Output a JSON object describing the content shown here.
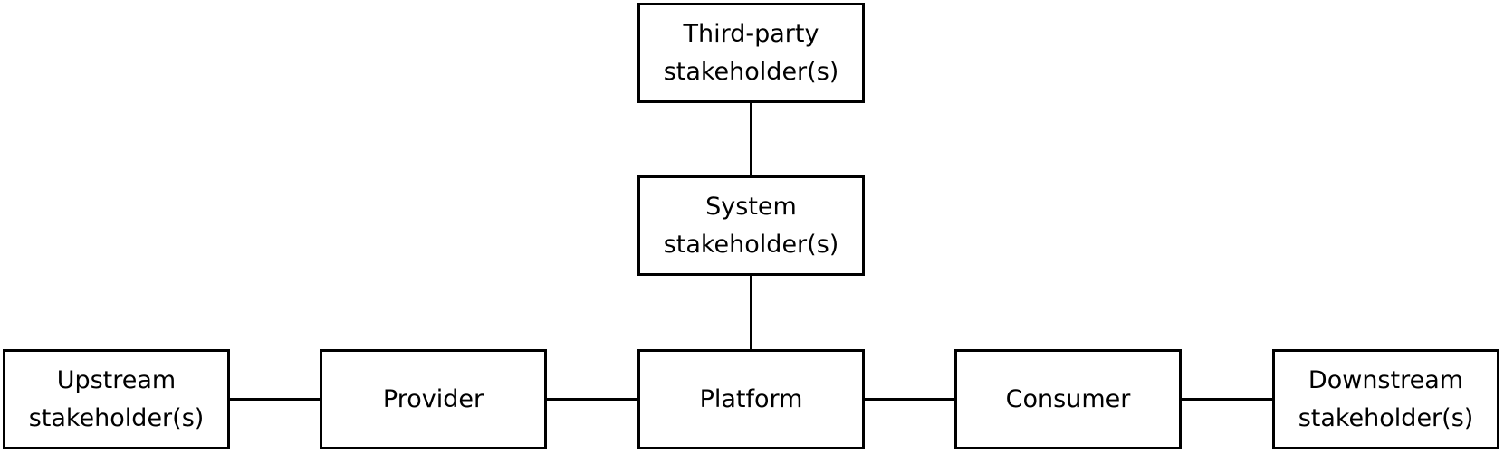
{
  "diagram": {
    "nodes": {
      "third_party": "Third-party\nstakeholder(s)",
      "system": "System\nstakeholder(s)",
      "upstream": "Upstream\nstakeholder(s)",
      "provider": "Provider",
      "platform": "Platform",
      "consumer": "Consumer",
      "downstream": "Downstream\nstakeholder(s)"
    },
    "edges": [
      [
        "third_party",
        "system"
      ],
      [
        "system",
        "platform"
      ],
      [
        "upstream",
        "provider"
      ],
      [
        "provider",
        "platform"
      ],
      [
        "platform",
        "consumer"
      ],
      [
        "consumer",
        "downstream"
      ]
    ]
  }
}
